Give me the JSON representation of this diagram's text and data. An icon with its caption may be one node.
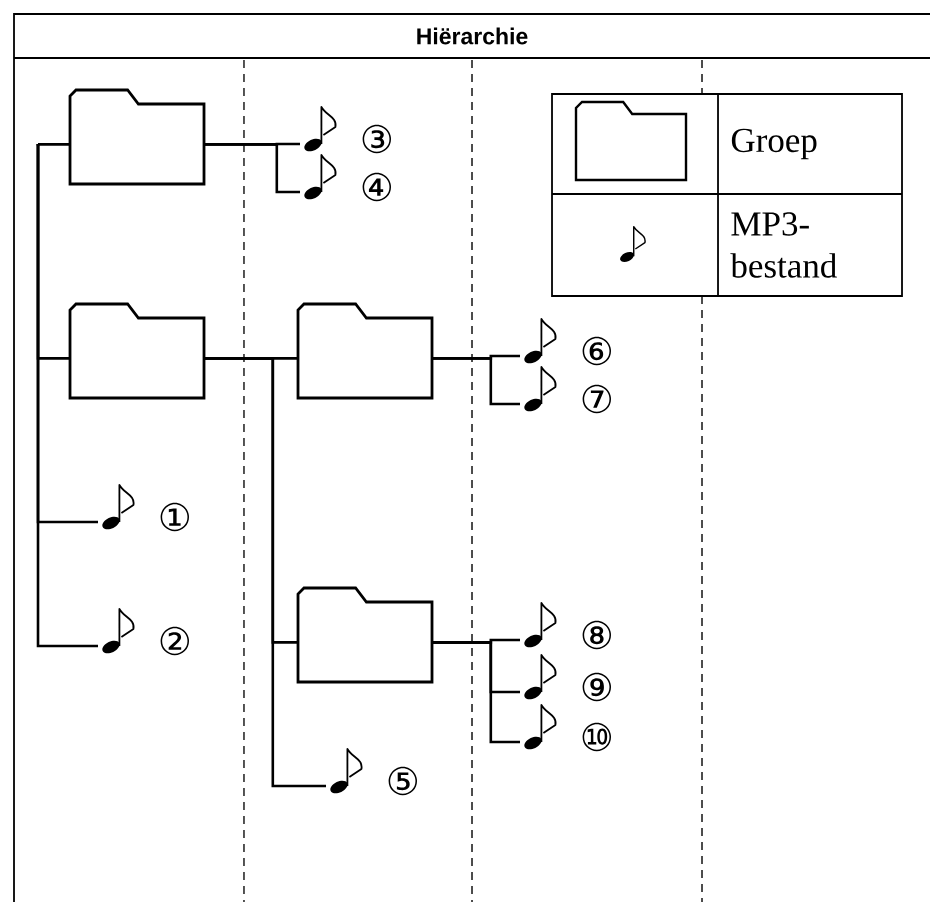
{
  "diagram": {
    "title": "Hiërarchie",
    "nodes": [
      {
        "text": [],
        "shape": "folder"
      },
      {
        "text": [],
        "shape": "note",
        "beside": [
          "③"
        ]
      },
      {
        "text": [],
        "shape": "note",
        "beside": [
          "④"
        ]
      },
      {
        "text": [],
        "shape": "folder"
      },
      {
        "text": [],
        "shape": "folder"
      },
      {
        "text": [],
        "shape": "note",
        "beside": [
          "⑥"
        ]
      },
      {
        "text": [],
        "shape": "note",
        "beside": [
          "⑦"
        ]
      },
      {
        "text": [],
        "shape": "note",
        "beside": [
          "①"
        ]
      },
      {
        "text": [],
        "shape": "note",
        "beside": [
          "②"
        ]
      },
      {
        "text": [],
        "shape": "folder"
      },
      {
        "text": [],
        "shape": "note",
        "beside": [
          "⑧"
        ]
      },
      {
        "text": [],
        "shape": "note",
        "beside": [
          "⑨"
        ]
      },
      {
        "text": [],
        "shape": "note",
        "beside": [
          "⑩"
        ]
      },
      {
        "text": [],
        "shape": "note",
        "beside": [
          "⑤"
        ]
      }
    ],
    "edges": [
      {
        "from": null,
        "to": 0,
        "arrow": "none"
      },
      {
        "from": null,
        "to": 3,
        "arrow": "none"
      },
      {
        "from": null,
        "to": 7,
        "arrow": "none"
      },
      {
        "from": null,
        "to": 8,
        "arrow": "none"
      },
      {
        "from": 0,
        "to": 1,
        "arrow": "none"
      },
      {
        "from": 0,
        "to": 2,
        "arrow": "none"
      },
      {
        "from": 3,
        "to": 4,
        "arrow": "none"
      },
      {
        "from": 3,
        "to": 9,
        "arrow": "none"
      },
      {
        "from": 3,
        "to": 13,
        "arrow": "none"
      },
      {
        "from": 4,
        "to": 5,
        "arrow": "none"
      },
      {
        "from": 4,
        "to": 6,
        "arrow": "none"
      },
      {
        "from": 9,
        "to": 10,
        "arrow": "none"
      },
      {
        "from": 9,
        "to": 11,
        "arrow": "none"
      },
      {
        "from": 9,
        "to": 12,
        "arrow": "none"
      }
    ],
    "legend": [
      {
        "text": "Groep"
      },
      {
        "text": "MP3- bestand"
      }
    ]
  }
}
